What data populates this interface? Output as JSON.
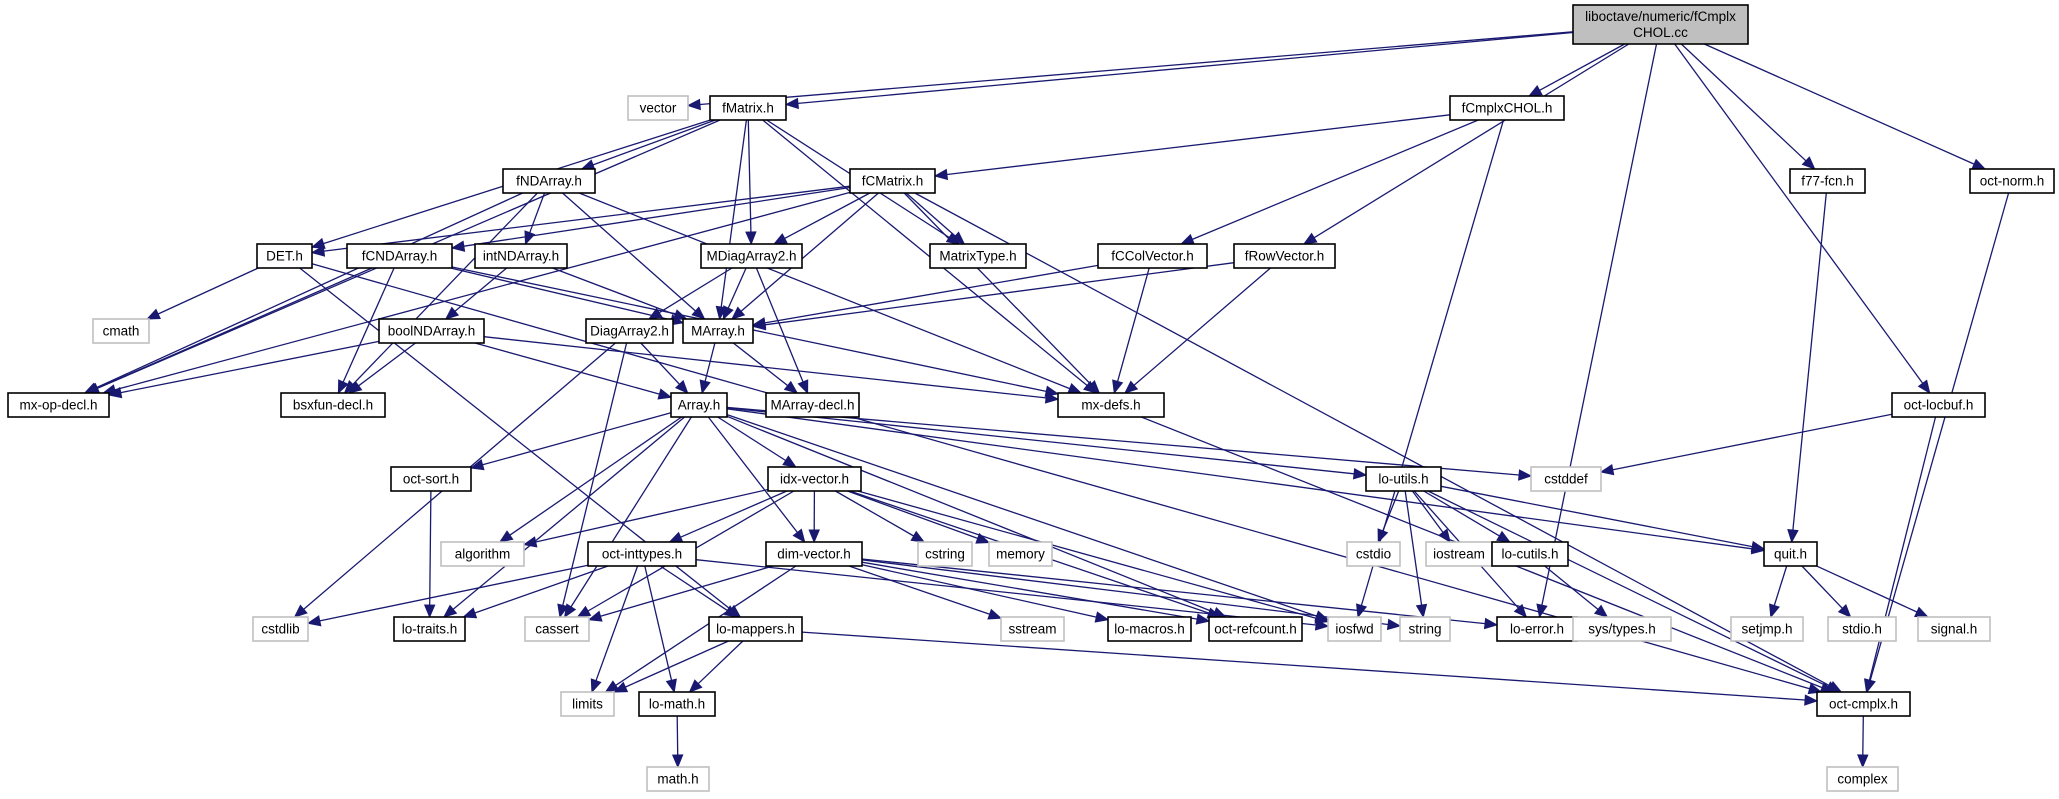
{
  "title": "liboctave/numeric/fCmplxCHOL.cc include dependency graph",
  "colors": {
    "edge": "#191970",
    "local_border": "#000000",
    "system_border": "#bfbfbf",
    "root_fill": "#bfbfbf"
  },
  "nodes": [
    {
      "id": "root",
      "label": [
        "liboctave/numeric/fCmplx",
        "CHOL.cc"
      ],
      "kind": "root"
    },
    {
      "id": "vector",
      "label": [
        "vector"
      ],
      "kind": "system"
    },
    {
      "id": "fMatrix",
      "label": [
        "fMatrix.h"
      ],
      "kind": "local"
    },
    {
      "id": "fCmplxCHOL",
      "label": [
        "fCmplxCHOL.h"
      ],
      "kind": "local"
    },
    {
      "id": "f77fcn",
      "label": [
        "f77-fcn.h"
      ],
      "kind": "local"
    },
    {
      "id": "octnorm",
      "label": [
        "oct-norm.h"
      ],
      "kind": "local"
    },
    {
      "id": "fNDArray",
      "label": [
        "fNDArray.h"
      ],
      "kind": "local"
    },
    {
      "id": "fCMatrix",
      "label": [
        "fCMatrix.h"
      ],
      "kind": "local"
    },
    {
      "id": "DET",
      "label": [
        "DET.h"
      ],
      "kind": "local"
    },
    {
      "id": "fCNDArray",
      "label": [
        "fCNDArray.h"
      ],
      "kind": "local"
    },
    {
      "id": "intNDArray",
      "label": [
        "intNDArray.h"
      ],
      "kind": "local"
    },
    {
      "id": "MDiagArray2",
      "label": [
        "MDiagArray2.h"
      ],
      "kind": "local"
    },
    {
      "id": "MatrixType",
      "label": [
        "MatrixType.h"
      ],
      "kind": "local"
    },
    {
      "id": "fCColVector",
      "label": [
        "fCColVector.h"
      ],
      "kind": "local"
    },
    {
      "id": "fRowVector",
      "label": [
        "fRowVector.h"
      ],
      "kind": "local"
    },
    {
      "id": "cmath",
      "label": [
        "cmath"
      ],
      "kind": "system"
    },
    {
      "id": "boolNDArray",
      "label": [
        "boolNDArray.h"
      ],
      "kind": "local"
    },
    {
      "id": "DiagArray2",
      "label": [
        "DiagArray2.h"
      ],
      "kind": "local"
    },
    {
      "id": "MArray",
      "label": [
        "MArray.h"
      ],
      "kind": "local"
    },
    {
      "id": "mxopdecl",
      "label": [
        "mx-op-decl.h"
      ],
      "kind": "local"
    },
    {
      "id": "bsxfundecl",
      "label": [
        "bsxfun-decl.h"
      ],
      "kind": "local"
    },
    {
      "id": "Array",
      "label": [
        "Array.h"
      ],
      "kind": "local"
    },
    {
      "id": "MArraydecl",
      "label": [
        "MArray-decl.h"
      ],
      "kind": "local"
    },
    {
      "id": "mxdefs",
      "label": [
        "mx-defs.h"
      ],
      "kind": "local"
    },
    {
      "id": "octlocbuf",
      "label": [
        "oct-locbuf.h"
      ],
      "kind": "local"
    },
    {
      "id": "octsort",
      "label": [
        "oct-sort.h"
      ],
      "kind": "local"
    },
    {
      "id": "idxvector",
      "label": [
        "idx-vector.h"
      ],
      "kind": "local"
    },
    {
      "id": "loutils",
      "label": [
        "lo-utils.h"
      ],
      "kind": "local"
    },
    {
      "id": "cstddef",
      "label": [
        "cstddef"
      ],
      "kind": "system"
    },
    {
      "id": "algorithm",
      "label": [
        "algorithm"
      ],
      "kind": "system"
    },
    {
      "id": "octinttypes",
      "label": [
        "oct-inttypes.h"
      ],
      "kind": "local"
    },
    {
      "id": "dimvector",
      "label": [
        "dim-vector.h"
      ],
      "kind": "local"
    },
    {
      "id": "cstring",
      "label": [
        "cstring"
      ],
      "kind": "system"
    },
    {
      "id": "memory",
      "label": [
        "memory"
      ],
      "kind": "system"
    },
    {
      "id": "cstdio",
      "label": [
        "cstdio"
      ],
      "kind": "system"
    },
    {
      "id": "iostream",
      "label": [
        "iostream"
      ],
      "kind": "system"
    },
    {
      "id": "locutils",
      "label": [
        "lo-cutils.h"
      ],
      "kind": "local"
    },
    {
      "id": "quit",
      "label": [
        "quit.h"
      ],
      "kind": "local"
    },
    {
      "id": "cstdlib",
      "label": [
        "cstdlib"
      ],
      "kind": "system"
    },
    {
      "id": "lotraits",
      "label": [
        "lo-traits.h"
      ],
      "kind": "local"
    },
    {
      "id": "cassert",
      "label": [
        "cassert"
      ],
      "kind": "system"
    },
    {
      "id": "lomappers",
      "label": [
        "lo-mappers.h"
      ],
      "kind": "local"
    },
    {
      "id": "sstream",
      "label": [
        "sstream"
      ],
      "kind": "system"
    },
    {
      "id": "lomacros",
      "label": [
        "lo-macros.h"
      ],
      "kind": "local"
    },
    {
      "id": "octrefcount",
      "label": [
        "oct-refcount.h"
      ],
      "kind": "local"
    },
    {
      "id": "iosfwd",
      "label": [
        "iosfwd"
      ],
      "kind": "system"
    },
    {
      "id": "string",
      "label": [
        "string"
      ],
      "kind": "system"
    },
    {
      "id": "loerror",
      "label": [
        "lo-error.h"
      ],
      "kind": "local"
    },
    {
      "id": "systypes",
      "label": [
        "sys/types.h"
      ],
      "kind": "system"
    },
    {
      "id": "setjmp",
      "label": [
        "setjmp.h"
      ],
      "kind": "system"
    },
    {
      "id": "stdio",
      "label": [
        "stdio.h"
      ],
      "kind": "system"
    },
    {
      "id": "signal",
      "label": [
        "signal.h"
      ],
      "kind": "system"
    },
    {
      "id": "limits",
      "label": [
        "limits"
      ],
      "kind": "system"
    },
    {
      "id": "lomath",
      "label": [
        "lo-math.h"
      ],
      "kind": "local"
    },
    {
      "id": "octcmplx",
      "label": [
        "oct-cmplx.h"
      ],
      "kind": "local"
    },
    {
      "id": "mathh",
      "label": [
        "math.h"
      ],
      "kind": "system"
    },
    {
      "id": "complex",
      "label": [
        "complex"
      ],
      "kind": "system"
    }
  ],
  "edges": [
    [
      "root",
      "vector"
    ],
    [
      "root",
      "fMatrix"
    ],
    [
      "root",
      "fCmplxCHOL"
    ],
    [
      "root",
      "f77fcn"
    ],
    [
      "root",
      "octnorm"
    ],
    [
      "root",
      "fRowVector"
    ],
    [
      "root",
      "octlocbuf"
    ],
    [
      "root",
      "loerror"
    ],
    [
      "fMatrix",
      "fNDArray"
    ],
    [
      "fMatrix",
      "DET"
    ],
    [
      "fMatrix",
      "MArray"
    ],
    [
      "fMatrix",
      "MDiagArray2"
    ],
    [
      "fMatrix",
      "MatrixType"
    ],
    [
      "fMatrix",
      "mxdefs"
    ],
    [
      "fMatrix",
      "mxopdecl"
    ],
    [
      "fCmplxCHOL",
      "fCMatrix"
    ],
    [
      "fCmplxCHOL",
      "fCColVector"
    ],
    [
      "fCmplxCHOL",
      "iosfwd"
    ],
    [
      "f77fcn",
      "quit"
    ],
    [
      "octnorm",
      "octcmplx"
    ],
    [
      "fNDArray",
      "intNDArray"
    ],
    [
      "fNDArray",
      "MArray"
    ],
    [
      "fNDArray",
      "mxopdecl"
    ],
    [
      "fNDArray",
      "bsxfundecl"
    ],
    [
      "fNDArray",
      "mxdefs"
    ],
    [
      "fCMatrix",
      "DET"
    ],
    [
      "fCMatrix",
      "fCNDArray"
    ],
    [
      "fCMatrix",
      "MDiagArray2"
    ],
    [
      "fCMatrix",
      "MatrixType"
    ],
    [
      "fCMatrix",
      "MArray"
    ],
    [
      "fCMatrix",
      "mxdefs"
    ],
    [
      "fCMatrix",
      "mxopdecl"
    ],
    [
      "fCMatrix",
      "octcmplx"
    ],
    [
      "DET",
      "cmath"
    ],
    [
      "DET",
      "lomappers"
    ],
    [
      "DET",
      "octcmplx"
    ],
    [
      "fCNDArray",
      "MArray"
    ],
    [
      "fCNDArray",
      "mxopdecl"
    ],
    [
      "fCNDArray",
      "bsxfundecl"
    ],
    [
      "fCNDArray",
      "mxdefs"
    ],
    [
      "intNDArray",
      "MArray"
    ],
    [
      "intNDArray",
      "boolNDArray"
    ],
    [
      "MDiagArray2",
      "DiagArray2"
    ],
    [
      "MDiagArray2",
      "MArray"
    ],
    [
      "MDiagArray2",
      "MArraydecl"
    ],
    [
      "fCColVector",
      "MArray"
    ],
    [
      "fCColVector",
      "mxdefs"
    ],
    [
      "fRowVector",
      "MArray"
    ],
    [
      "fRowVector",
      "mxdefs"
    ],
    [
      "boolNDArray",
      "Array"
    ],
    [
      "boolNDArray",
      "mxopdecl"
    ],
    [
      "boolNDArray",
      "bsxfundecl"
    ],
    [
      "boolNDArray",
      "mxdefs"
    ],
    [
      "DiagArray2",
      "Array"
    ],
    [
      "DiagArray2",
      "cassert"
    ],
    [
      "DiagArray2",
      "cstdlib"
    ],
    [
      "MArray",
      "Array"
    ],
    [
      "MArray",
      "MArraydecl"
    ],
    [
      "mxdefs",
      "octcmplx"
    ],
    [
      "octlocbuf",
      "cstddef"
    ],
    [
      "octlocbuf",
      "octcmplx"
    ],
    [
      "Array",
      "octsort"
    ],
    [
      "Array",
      "idxvector"
    ],
    [
      "Array",
      "loutils"
    ],
    [
      "Array",
      "cstddef"
    ],
    [
      "Array",
      "algorithm"
    ],
    [
      "Array",
      "cassert"
    ],
    [
      "Array",
      "dimvector"
    ],
    [
      "Array",
      "octrefcount"
    ],
    [
      "Array",
      "iosfwd"
    ],
    [
      "Array",
      "quit"
    ],
    [
      "Array",
      "lotraits"
    ],
    [
      "octsort",
      "lotraits"
    ],
    [
      "idxvector",
      "algorithm"
    ],
    [
      "idxvector",
      "octinttypes"
    ],
    [
      "idxvector",
      "dimvector"
    ],
    [
      "idxvector",
      "cstring"
    ],
    [
      "idxvector",
      "memory"
    ],
    [
      "idxvector",
      "octrefcount"
    ],
    [
      "idxvector",
      "cassert"
    ],
    [
      "idxvector",
      "iosfwd"
    ],
    [
      "loutils",
      "cstdio"
    ],
    [
      "loutils",
      "iostream"
    ],
    [
      "loutils",
      "locutils"
    ],
    [
      "loutils",
      "quit"
    ],
    [
      "loutils",
      "string"
    ],
    [
      "loutils",
      "octcmplx"
    ],
    [
      "loutils",
      "loerror"
    ],
    [
      "locutils",
      "systypes"
    ],
    [
      "quit",
      "setjmp"
    ],
    [
      "quit",
      "stdio"
    ],
    [
      "quit",
      "signal"
    ],
    [
      "octinttypes",
      "cstdlib"
    ],
    [
      "octinttypes",
      "lotraits"
    ],
    [
      "octinttypes",
      "lomappers"
    ],
    [
      "octinttypes",
      "lomath"
    ],
    [
      "octinttypes",
      "limits"
    ],
    [
      "octinttypes",
      "iosfwd"
    ],
    [
      "dimvector",
      "cassert"
    ],
    [
      "dimvector",
      "limits"
    ],
    [
      "dimvector",
      "sstream"
    ],
    [
      "dimvector",
      "lomacros"
    ],
    [
      "dimvector",
      "octrefcount"
    ],
    [
      "dimvector",
      "string"
    ],
    [
      "dimvector",
      "loerror"
    ],
    [
      "lomappers",
      "limits"
    ],
    [
      "lomappers",
      "lomath"
    ],
    [
      "lomappers",
      "octcmplx"
    ],
    [
      "lomath",
      "mathh"
    ],
    [
      "octcmplx",
      "complex"
    ]
  ]
}
